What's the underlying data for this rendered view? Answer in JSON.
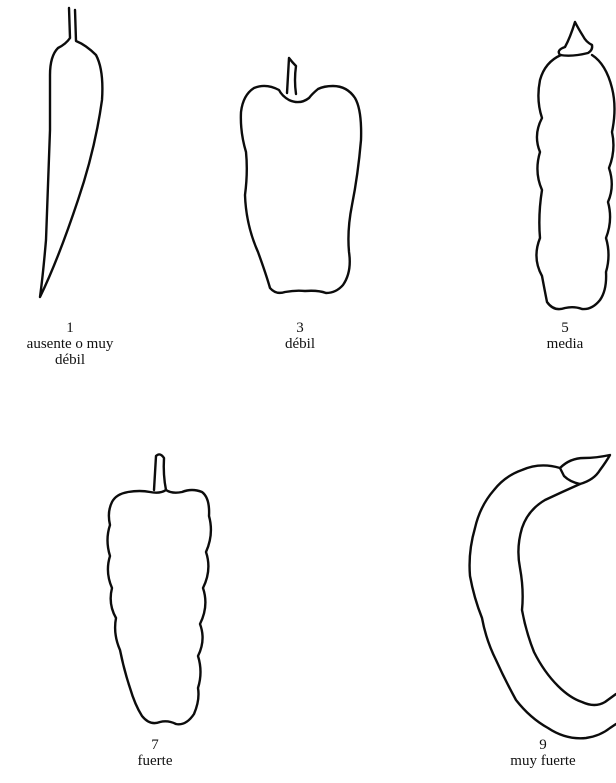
{
  "figures": [
    {
      "id": "f1",
      "number": "1",
      "label_line1": "ausente o muy",
      "label_line2": "débil"
    },
    {
      "id": "f3",
      "number": "3",
      "label_line1": "débil",
      "label_line2": ""
    },
    {
      "id": "f5",
      "number": "5",
      "label_line1": "media",
      "label_line2": ""
    },
    {
      "id": "f7",
      "number": "7",
      "label_line1": "fuerte",
      "label_line2": ""
    },
    {
      "id": "f9",
      "number": "9",
      "label_line1": "muy fuerte",
      "label_line2": ""
    }
  ]
}
